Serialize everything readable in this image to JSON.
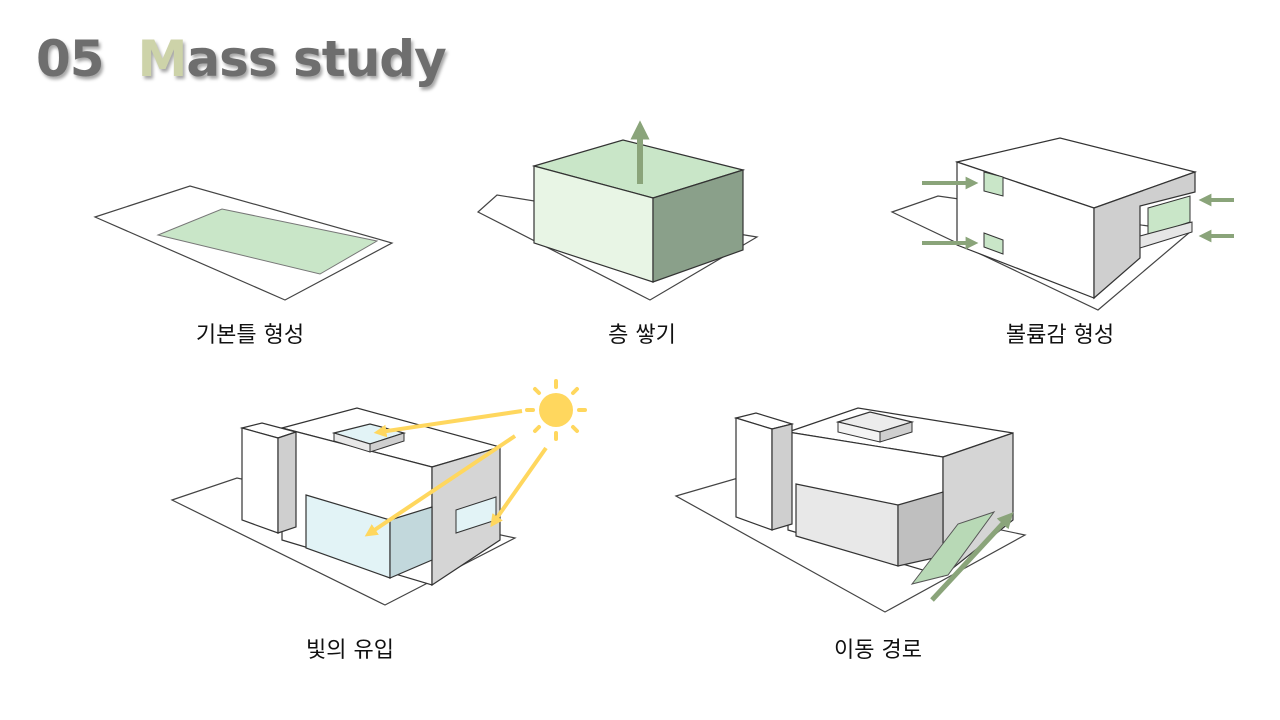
{
  "title": {
    "number": "05",
    "initial": "M",
    "rest": "ass study"
  },
  "steps": [
    {
      "label": "기본틀 형성"
    },
    {
      "label": "층 쌓기"
    },
    {
      "label": "볼륨감 형성"
    },
    {
      "label": "빛의 유입"
    },
    {
      "label": "이동 경로"
    }
  ],
  "colors": {
    "title_text": "#6e6e6e",
    "title_initial": "#cdd3a9",
    "mass_green_light": "#e8f5e5",
    "mass_green_top": "#c9e6c8",
    "mass_green_dark": "#8aa08a",
    "arrow_green": "#8aa47a",
    "sun_yellow": "#ffd75e",
    "glass_blue": "#e2f3f6"
  }
}
